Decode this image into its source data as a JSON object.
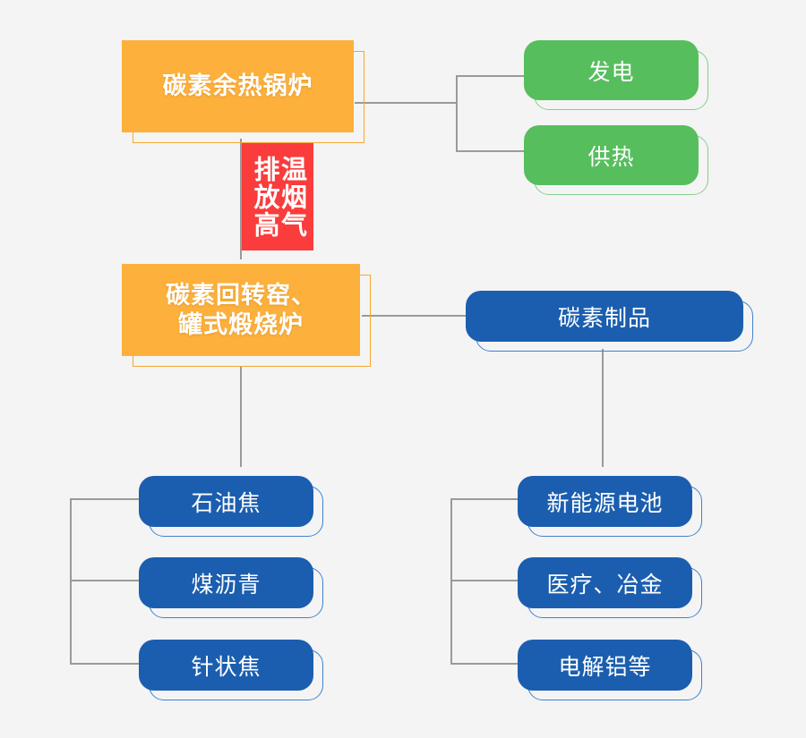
{
  "diagram": {
    "background_color": "#f4f4f4",
    "palette": {
      "orange": "#FDB03C",
      "red": "#FA3C3C",
      "green": "#57BE5E",
      "blue": "#1B5EAF",
      "line": "#9A9A9A",
      "text": "#FFFFFF"
    },
    "nodes": {
      "waste_heat_boiler": "碳素余热锅炉",
      "flue_gas_label_col_right": "温烟气",
      "flue_gas_label_col_left": "排放高",
      "rotary_kiln": "碳素回转窑、\n罐式煅烧炉",
      "rotary_kiln_line1": "碳素回转窑、",
      "rotary_kiln_line2": "罐式煅烧炉",
      "power_generation": "发电",
      "heat_supply": "供热",
      "carbon_products": "碳素制品"
    },
    "raw_materials": [
      {
        "label": "石油焦"
      },
      {
        "label": "煤沥青"
      },
      {
        "label": "针状焦"
      }
    ],
    "applications": [
      {
        "label": "新能源电池"
      },
      {
        "label": "医疗、冶金"
      },
      {
        "label": "电解铝等"
      }
    ]
  }
}
